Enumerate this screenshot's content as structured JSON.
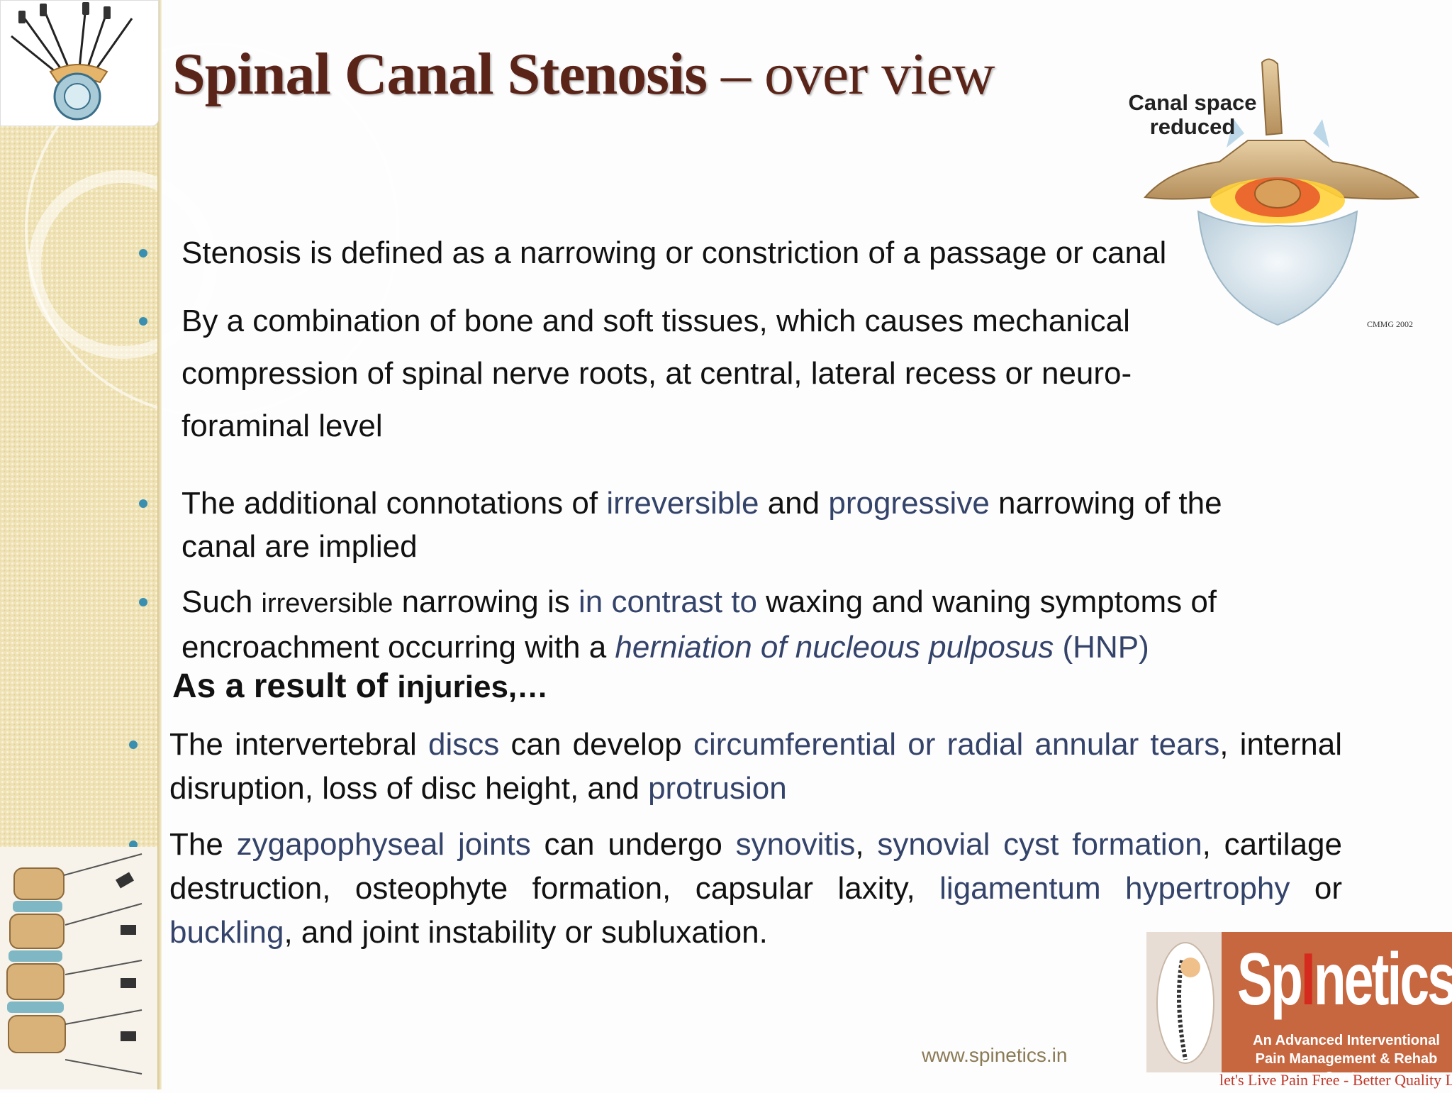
{
  "slide": {
    "title_main": "Spinal Canal Stenosis",
    "title_sep": " – ",
    "title_sub": "over view"
  },
  "diagram": {
    "label": "Canal space\nreduced",
    "copyright": "CMMG 2002"
  },
  "bullets_top": [
    {
      "parts": [
        {
          "text": "Stenosis is defined as a narrowing or constriction of a passage or canal"
        }
      ]
    },
    {
      "parts": [
        {
          "text": "By a combination of bone and soft tissues, which causes mechanical compression of spinal nerve roots, at central, lateral recess or neuro-foraminal level"
        }
      ]
    },
    {
      "parts": [
        {
          "text": "The additional connotations of "
        },
        {
          "text": "irreversible",
          "style": "hl"
        },
        {
          "text": " and "
        },
        {
          "text": "progressive",
          "style": "hl"
        },
        {
          "text": " narrowing of the canal are implied"
        }
      ]
    },
    {
      "parts": [
        {
          "text": "Such "
        },
        {
          "text": "irreversible",
          "style": "small"
        },
        {
          "text": " narrowing is "
        },
        {
          "text": "in contrast to",
          "style": "hl"
        },
        {
          "text": " waxing and waning symptoms of encroachment occurring  with a "
        },
        {
          "text": "herniation of nucleous pulposus",
          "style": "hl-it"
        },
        {
          "text": " (HNP)",
          "style": "hl"
        }
      ]
    }
  ],
  "section_heading": {
    "text1": "As a result of ",
    "text2": "injuries,…"
  },
  "bullets_bottom": [
    {
      "parts": [
        {
          "text": "The intervertebral "
        },
        {
          "text": "discs",
          "style": "hl"
        },
        {
          "text": " can develop "
        },
        {
          "text": "circumferential or radial annular tears",
          "style": "hl"
        },
        {
          "text": ", internal disruption, loss of disc height, and "
        },
        {
          "text": "protrusion",
          "style": "hl"
        }
      ]
    },
    {
      "parts": [
        {
          "text": "The "
        },
        {
          "text": "zygapophyseal joints",
          "style": "hl"
        },
        {
          "text": " can undergo "
        },
        {
          "text": "synovitis",
          "style": "hl"
        },
        {
          "text": ", "
        },
        {
          "text": "synovial cyst formation",
          "style": "hl"
        },
        {
          "text": ", cartilage destruction, osteophyte formation, capsular laxity, "
        },
        {
          "text": "ligamentum hypertrophy",
          "style": "hl"
        },
        {
          "text": " or "
        },
        {
          "text": "buckling",
          "style": "hl"
        },
        {
          "text": ", and joint instability or subluxation."
        }
      ]
    }
  ],
  "footer": {
    "website": "www.spinetics.in",
    "brand_name_a": "Sp",
    "brand_name_i": "I",
    "brand_name_b": "netics",
    "brand_tagline": "An Advanced Interventional\nPain Management & Rehab Centre",
    "brand_motto": "let's Live Pain Free - Better Quality Life"
  },
  "colors": {
    "title": "#5a2419",
    "highlight": "#34436a",
    "bullet": "#3a8fb0",
    "brand_bg": "#c76740"
  },
  "icons": [
    "spine-procedure-logo-icon",
    "vertebra-diagram-icon",
    "spine-anatomy-illustration",
    "spinetics-logo"
  ]
}
